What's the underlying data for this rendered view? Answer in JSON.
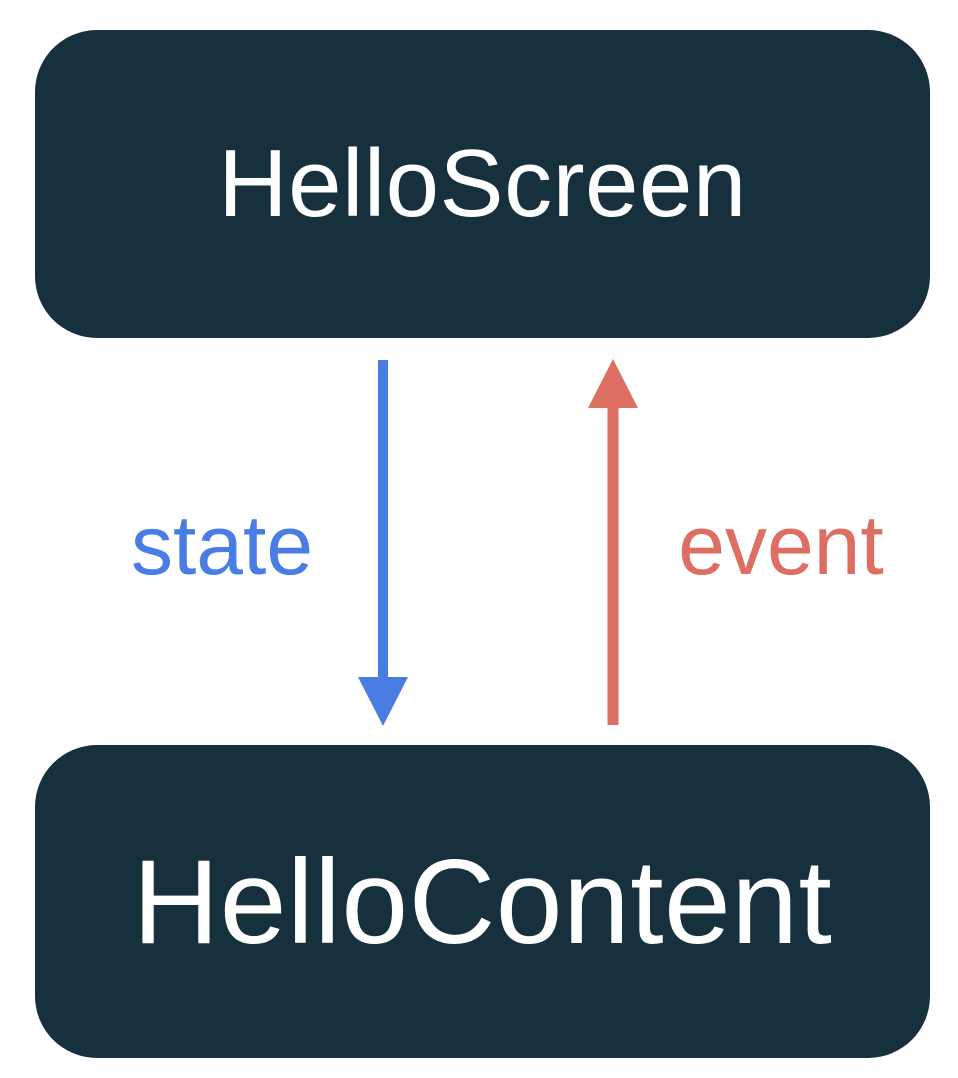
{
  "diagram": {
    "title": "unidirectional-data-flow",
    "background_color": "#FFFFFF",
    "node_fill_color": "#16303E",
    "node_text_color": "#FFFFFF",
    "nodes": [
      {
        "id": "hello-screen",
        "label": "HelloScreen",
        "position": "top"
      },
      {
        "id": "hello-content",
        "label": "HelloContent",
        "position": "bottom"
      }
    ],
    "arrows": [
      {
        "id": "state-arrow",
        "label": "state",
        "direction": "down",
        "from": "HelloScreen",
        "to": "HelloContent",
        "color": "#4A7DE3"
      },
      {
        "id": "event-arrow",
        "label": "event",
        "direction": "up",
        "from": "HelloContent",
        "to": "HelloScreen",
        "color": "#DD6E62"
      }
    ]
  }
}
